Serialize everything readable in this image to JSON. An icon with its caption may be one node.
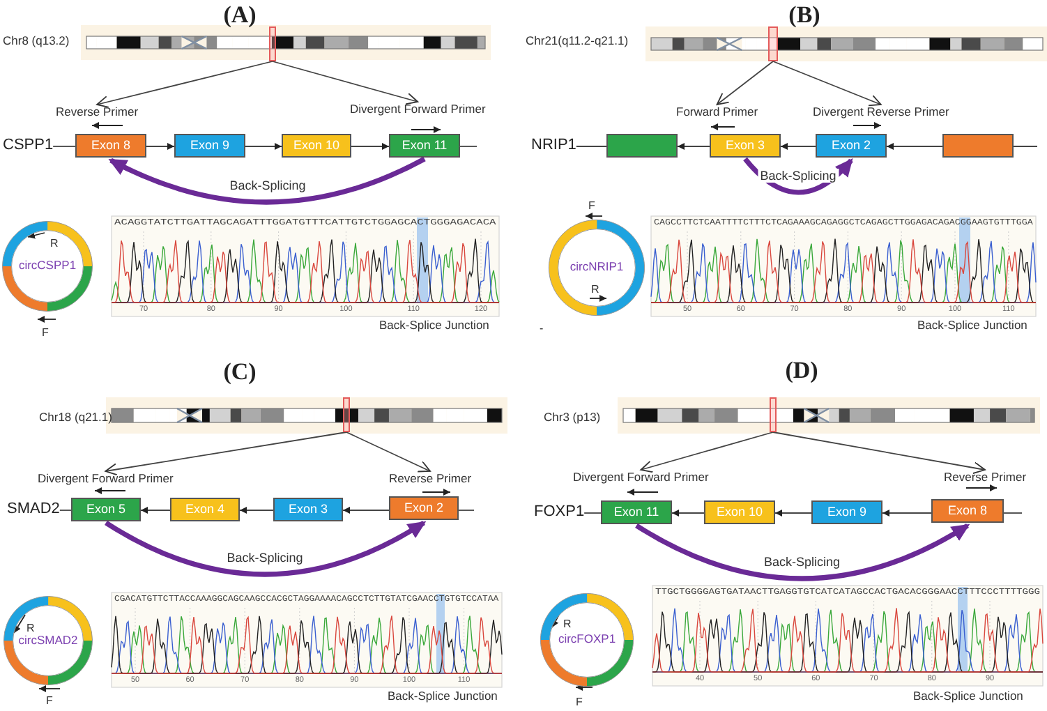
{
  "diagram": {
    "nodes": [
      {
        "text": [],
        "shape": "box"
      },
      {
        "text": [
          "Reverse Primer"
        ]
      },
      {
        "text": [
          "Divergent Forward Primer"
        ]
      },
      {
        "text": [
          "CSPP1"
        ]
      },
      {
        "text": [
          "Exon 8"
        ]
      },
      {
        "text": [
          "Exon 9"
        ]
      },
      {
        "text": [
          "Exon 10"
        ]
      },
      {
        "text": [
          "Exon 11"
        ]
      },
      {
        "text": [
          "circCSPP1"
        ]
      },
      {
        "text": [],
        "shape": "box"
      },
      {
        "text": [
          "Forward Primer"
        ]
      },
      {
        "text": [
          "Divergent Reverse Primer"
        ]
      },
      {
        "text": [
          "NRIP1"
        ]
      },
      {
        "text": [],
        "shape": "box"
      },
      {
        "text": [
          "Exon 3"
        ]
      },
      {
        "text": [
          "Exon 2"
        ]
      },
      {
        "text": [],
        "shape": "box"
      },
      {
        "text": [
          "circNRIP1"
        ]
      },
      {
        "text": [],
        "shape": "box"
      },
      {
        "text": [
          "Divergent Forward Primer"
        ]
      },
      {
        "text": [
          "Reverse Primer"
        ]
      },
      {
        "text": [
          "SMAD2"
        ]
      },
      {
        "text": [
          "Exon 5"
        ]
      },
      {
        "text": [
          "Exon 4"
        ]
      },
      {
        "text": [
          "Exon 3"
        ]
      },
      {
        "text": [
          "Exon 2"
        ]
      },
      {
        "text": [
          "circSMAD2"
        ]
      },
      {
        "text": [],
        "shape": "box"
      },
      {
        "text": [
          "Divergent Forward Primer"
        ]
      },
      {
        "text": [
          "Reverse Primer"
        ]
      },
      {
        "text": [
          "FOXP1"
        ]
      },
      {
        "text": [
          "Exon 11"
        ]
      },
      {
        "text": [
          "Exon 10"
        ]
      },
      {
        "text": [
          "Exon 9"
        ]
      },
      {
        "text": [
          "Exon 8"
        ]
      },
      {
        "text": [
          "circFOXP1"
        ]
      }
    ],
    "edges": [
      {
        "from": 0,
        "to": 1,
        "arrow": "to"
      },
      {
        "from": 0,
        "to": 2,
        "arrow": "to"
      },
      {
        "from": 3,
        "to": 4,
        "arrow": "none"
      },
      {
        "from": 4,
        "to": 5,
        "arrow": "to"
      },
      {
        "from": 5,
        "to": 6,
        "arrow": "to"
      },
      {
        "from": 6,
        "to": 7,
        "arrow": "to"
      },
      {
        "from": 7,
        "to": 4,
        "arrow": "to",
        "label": "Back-Splicing",
        "style": "thick",
        "color": "#6a2a96"
      },
      {
        "from": 9,
        "to": 10,
        "arrow": "to"
      },
      {
        "from": 9,
        "to": 11,
        "arrow": "to"
      },
      {
        "from": 12,
        "to": 13,
        "arrow": "none"
      },
      {
        "from": 14,
        "to": 13,
        "arrow": "to"
      },
      {
        "from": 15,
        "to": 14,
        "arrow": "to"
      },
      {
        "from": 16,
        "to": 15,
        "arrow": "to"
      },
      {
        "from": 14,
        "to": 15,
        "arrow": "to",
        "label": "Back-Splicing",
        "style": "thick",
        "color": "#6a2a96"
      },
      {
        "from": 18,
        "to": 19,
        "arrow": "to"
      },
      {
        "from": 18,
        "to": 20,
        "arrow": "to"
      },
      {
        "from": 21,
        "to": 22,
        "arrow": "none"
      },
      {
        "from": 23,
        "to": 22,
        "arrow": "to"
      },
      {
        "from": 24,
        "to": 23,
        "arrow": "to"
      },
      {
        "from": 25,
        "to": 24,
        "arrow": "to"
      },
      {
        "from": 22,
        "to": 25,
        "arrow": "to",
        "label": "Back-Splicing",
        "style": "thick",
        "color": "#6a2a96"
      },
      {
        "from": 27,
        "to": 28,
        "arrow": "to"
      },
      {
        "from": 27,
        "to": 29,
        "arrow": "to"
      },
      {
        "from": 30,
        "to": 31,
        "arrow": "none"
      },
      {
        "from": 32,
        "to": 31,
        "arrow": "to"
      },
      {
        "from": 33,
        "to": 32,
        "arrow": "to"
      },
      {
        "from": 34,
        "to": 33,
        "arrow": "to"
      },
      {
        "from": 31,
        "to": 34,
        "arrow": "to",
        "label": "Back-Splicing",
        "style": "thick",
        "color": "#6a2a96"
      }
    ],
    "labels": [
      "(A)",
      "Chr8 (q13.2)",
      "R",
      "F",
      "ACAGGTATCTTGATTAGCAGATTTGGATGTTTCATTGTCTGGAGCACTGGGAGACACA",
      "70",
      "80",
      "90",
      "100",
      "110",
      "120",
      "Back-Splice Junction",
      "(B)",
      "Chr21(q11.2-q21.1)",
      "F",
      "R",
      "CAGCCTTCTCAATTTTCTTTCTCAGAAAGCAGAGGCTCAGAGCTTGGAGACAGACGGAAGTGTTTGGA",
      "50",
      "60",
      "70",
      "80",
      "90",
      "100",
      "110",
      "-",
      "Back-Splice Junction",
      "(C)",
      "Chr18 (q21.1)",
      "R",
      "F",
      "CGACATGTTCTTACCAAAGGCAGCAAGCCACGCTAGGAAAACAGCCTCTTGTATCGAACCTGTGTCCATAA",
      "50",
      "60",
      "70",
      "80",
      "90",
      "100",
      "110",
      "Back-Splice Junction",
      "(D)",
      "Chr3 (p13)",
      "R",
      "F",
      "TTGCTGGGGAGTGATAACTTGAGGTGTCATCATAGCCACTGACACGGGAACCTTTCCCTTTTGGG",
      "40",
      "50",
      "60",
      "70",
      "80",
      "90",
      "Back-Splice Junction"
    ]
  }
}
